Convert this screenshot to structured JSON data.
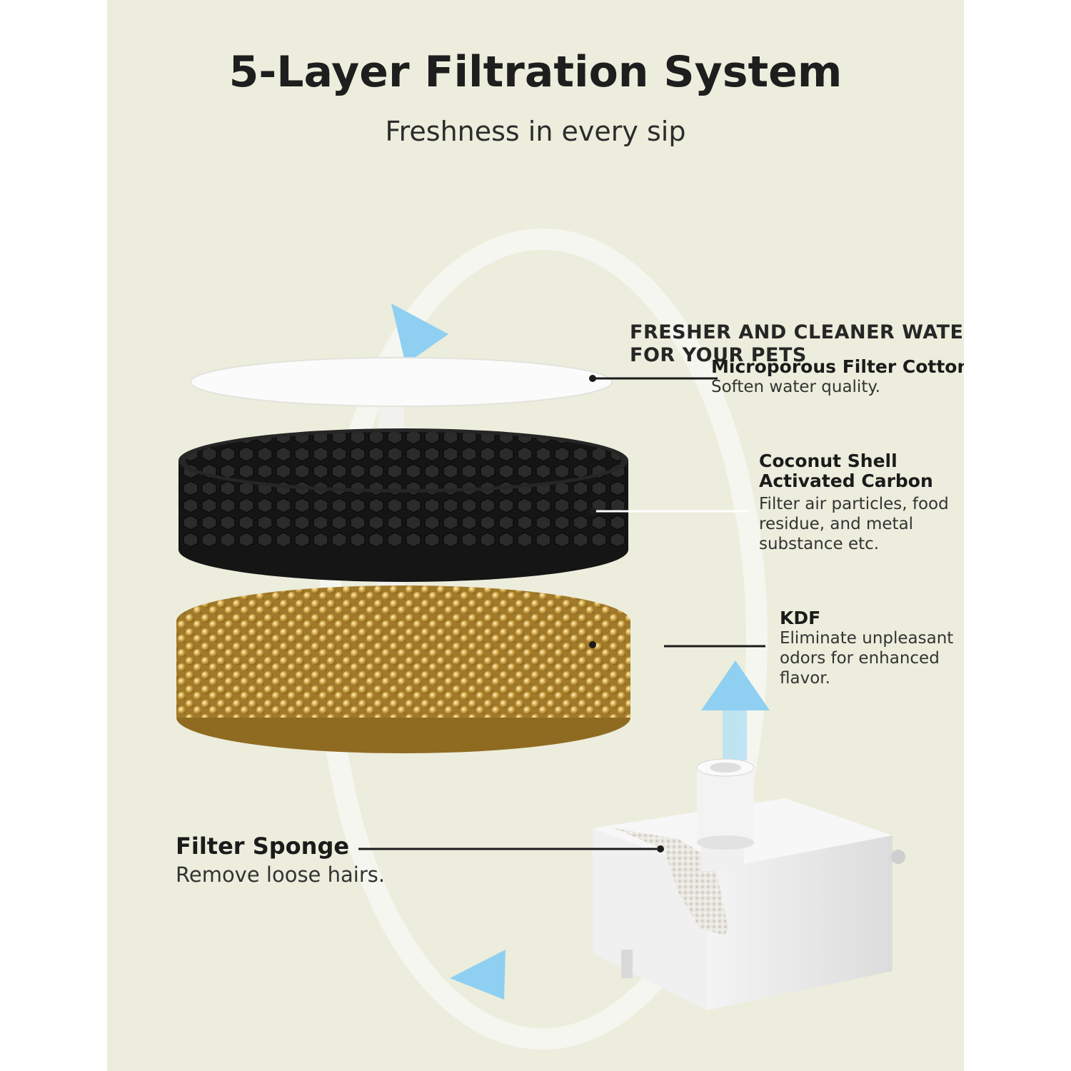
{
  "header": {
    "title_highlight": "5-Layer",
    "title_rest": " Filtration System",
    "subtitle": "Freshness in every sip"
  },
  "tagline": {
    "line1": "FRESHER AND CLEANER WATER",
    "line2": "FOR YOUR PETS"
  },
  "layers": [
    {
      "name": "Microporous Filter Cotton",
      "desc": [
        "Soften water quality."
      ]
    },
    {
      "name": [
        "Coconut Shell",
        "Activated Carbon"
      ],
      "desc": [
        "Filter air particles, food",
        "residue, and metal",
        "substance etc."
      ]
    },
    {
      "name": "KDF",
      "desc": [
        "Eliminate unpleasant",
        "odors for enhanced",
        "flavor."
      ]
    },
    {
      "name": "Filter Sponge",
      "desc": [
        "Remove loose hairs."
      ]
    }
  ],
  "colors": {
    "background": "#eceddc",
    "highlight": "#7ad321",
    "arrow": "#8fd0f2",
    "carbon": "#1e1e1e",
    "kdf": "#c9a043"
  }
}
